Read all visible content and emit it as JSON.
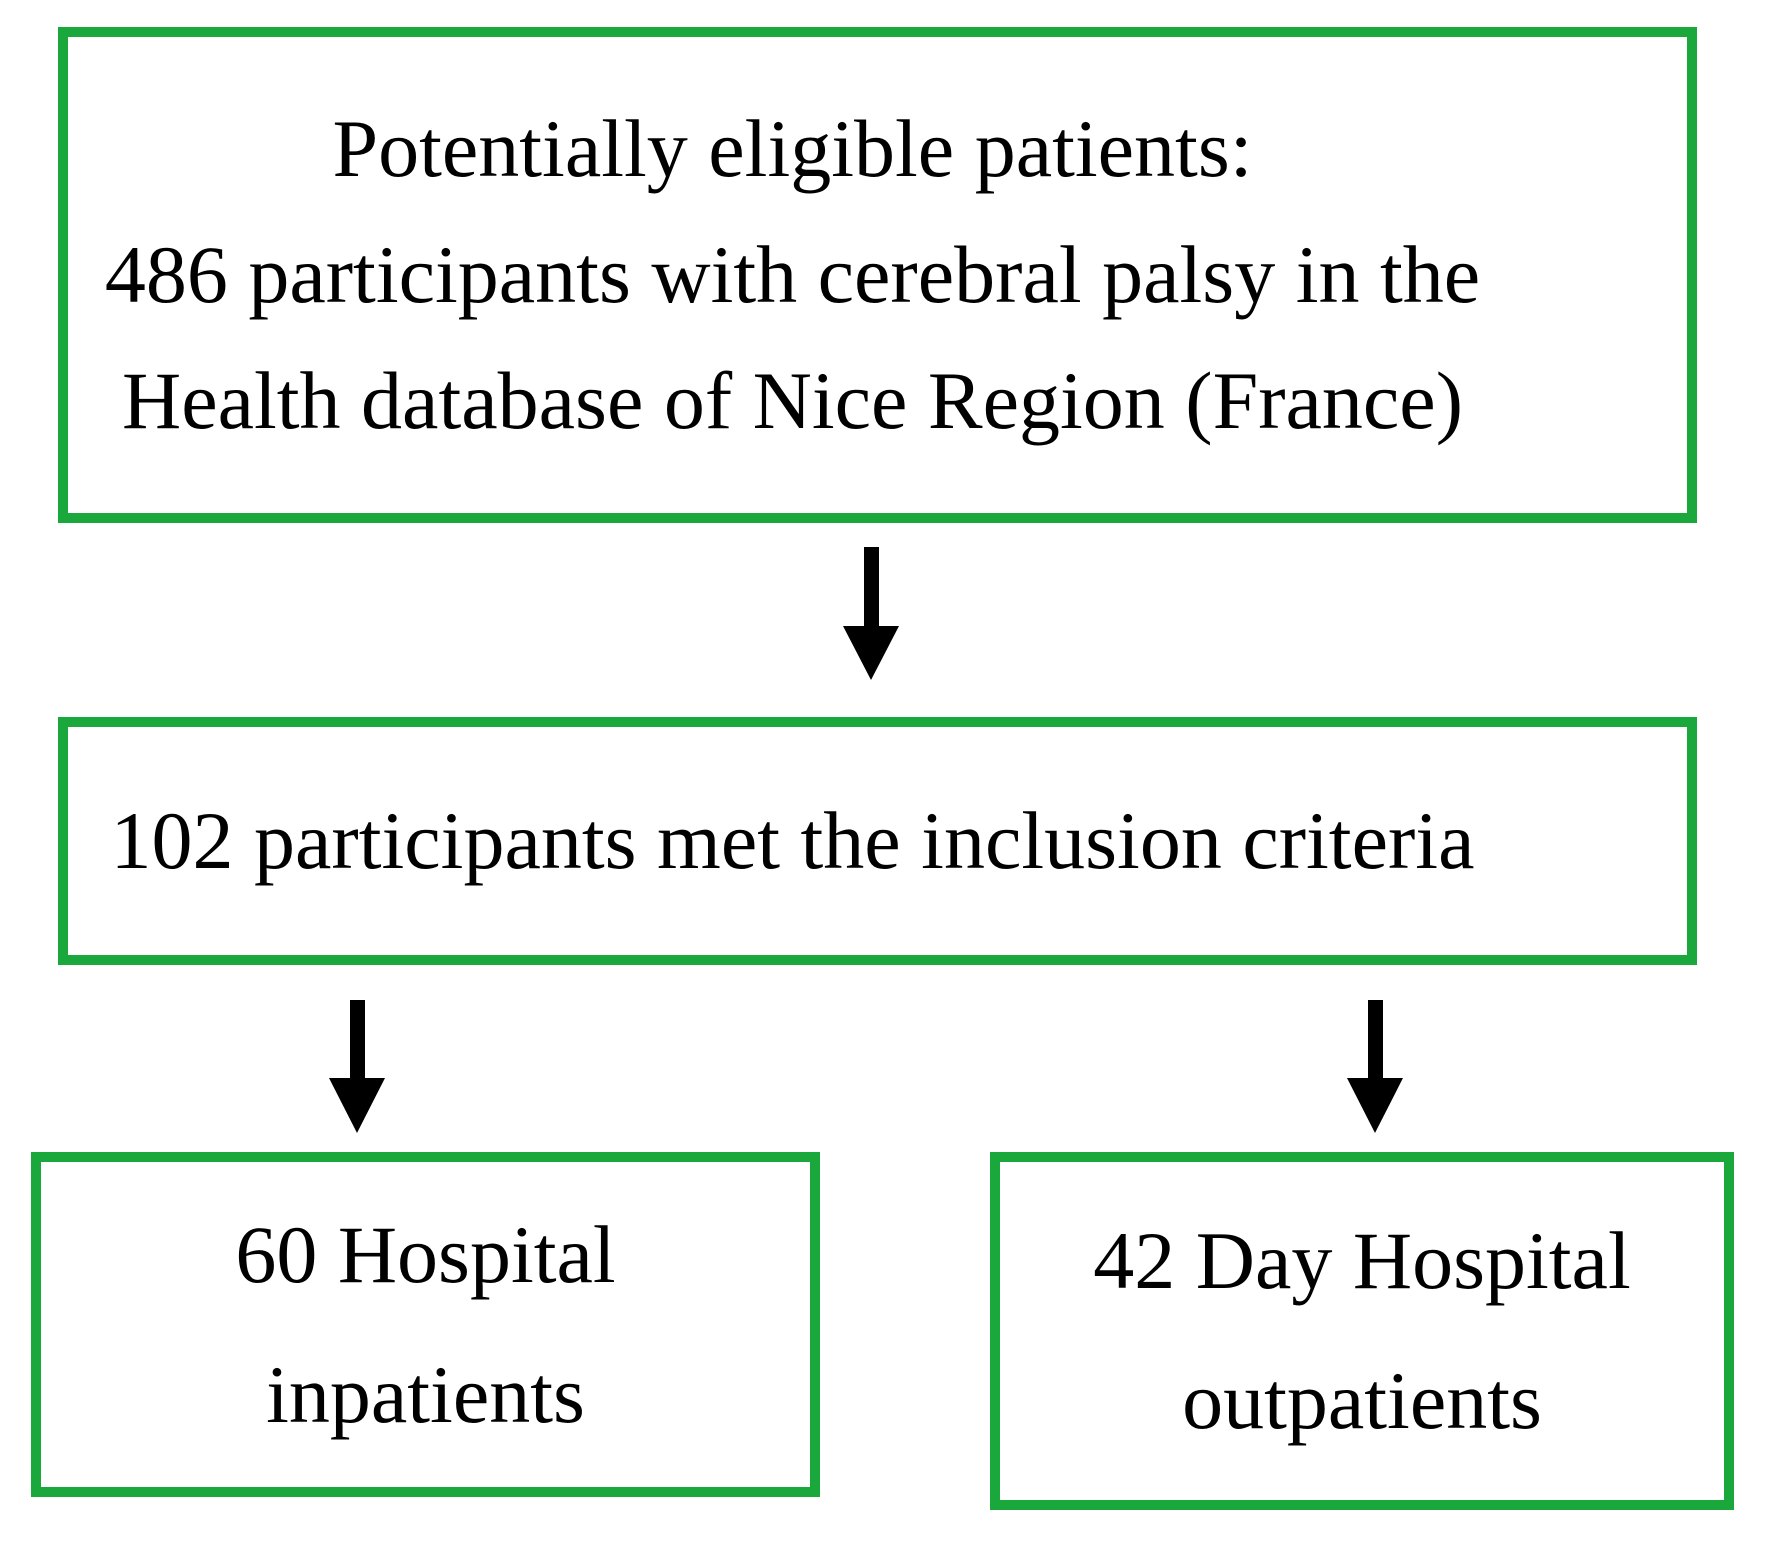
{
  "diagram": {
    "colors": {
      "box_border": "#1aa83c",
      "arrow": "#000000",
      "text": "#000000",
      "background": "#ffffff"
    },
    "nodes": {
      "eligible_patients": {
        "lines": [
          "Potentially eligible patients:",
          "486 participants with cerebral palsy in the",
          "Health database of Nice Region (France)"
        ]
      },
      "inclusion_criteria": {
        "lines": [
          "102 participants met the inclusion criteria"
        ]
      },
      "hospital_inpatients": {
        "lines": [
          "60 Hospital",
          "inpatients"
        ]
      },
      "day_hospital_outpatients": {
        "lines": [
          "42 Day Hospital",
          "outpatients"
        ]
      }
    }
  }
}
